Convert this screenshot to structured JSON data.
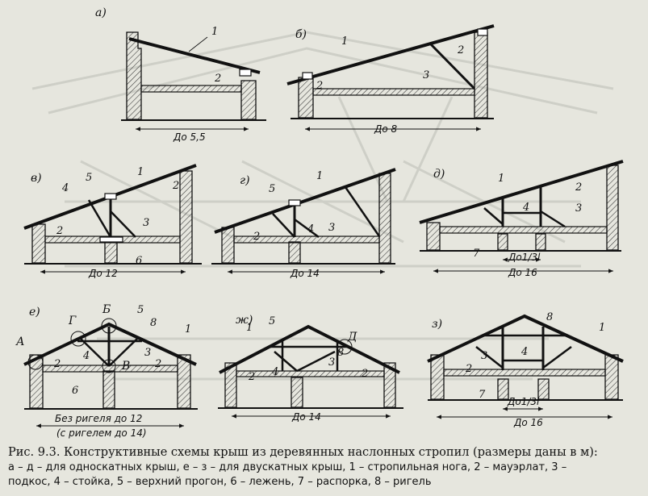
{
  "caption": {
    "title": "Рис. 9.3. Конструктивные схемы крыш из деревянных наслонных стропил (размеры даны в м):",
    "line2": "а – д – для односкатных крыш, е – з – для двускатных крыш, 1 – стропильная нога, 2 – мауэрлат, 3 –",
    "line3": "подкос, 4 – стойка, 5 – верхний прогон, 6 – лежень, 7 – распорка, 8 – ригель"
  },
  "schemes": {
    "a": {
      "letter": "а)",
      "span": "До 5,5",
      "parts": [
        "1",
        "2"
      ]
    },
    "b": {
      "letter": "б)",
      "span": "До 8",
      "parts": [
        "1",
        "2",
        "2",
        "3"
      ]
    },
    "v": {
      "letter": "в)",
      "span": "До 12",
      "parts": [
        "1",
        "2",
        "2",
        "3",
        "4",
        "5",
        "6"
      ]
    },
    "g": {
      "letter": "г)",
      "span": "До 14",
      "parts": [
        "1",
        "2",
        "3",
        "4",
        "5"
      ]
    },
    "d": {
      "letter": "д)",
      "span": "До 16",
      "sub_span": "До1/3l",
      "parts": [
        "1",
        "2",
        "3",
        "4",
        "7"
      ]
    },
    "e": {
      "letter": "е)",
      "span": "Без ригеля до 12",
      "span2": "(с ригелем до 14)",
      "nodes": [
        "А",
        "Г",
        "Б",
        "В"
      ],
      "parts": [
        "1",
        "2",
        "2",
        "3",
        "4",
        "5",
        "6",
        "8"
      ]
    },
    "zh": {
      "letter": "ж)",
      "span": "До 14",
      "node": "Д",
      "parts": [
        "1",
        "2",
        "2",
        "3",
        "4",
        "5",
        "8"
      ]
    },
    "z": {
      "letter": "з)",
      "span": "До 16",
      "sub_span": "До1/3l",
      "parts": [
        "1",
        "2",
        "3",
        "4",
        "7",
        "8"
      ]
    }
  }
}
